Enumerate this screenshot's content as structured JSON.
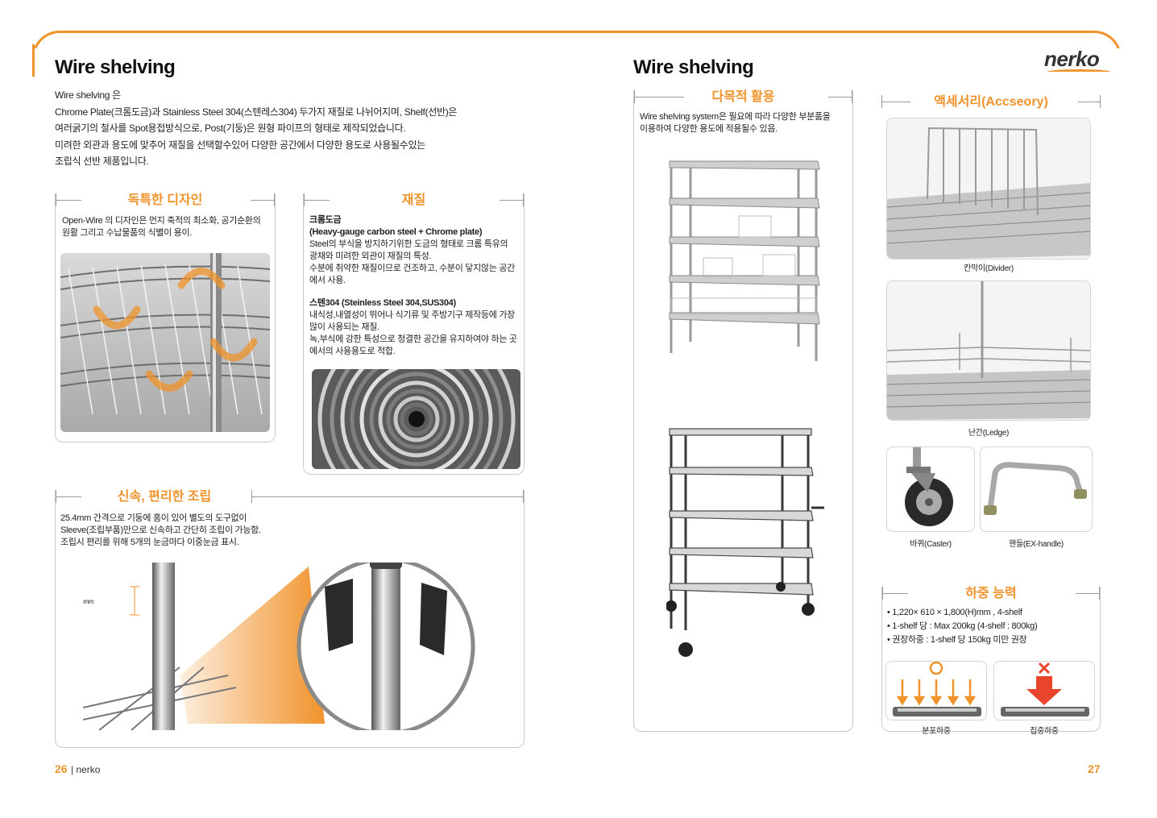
{
  "left": {
    "title": "Wire shelving",
    "intro": [
      "Wire shelving 은",
      "Chrome Plate(크롬도금)과 Stainless Steel 304(스텐레스304) 두가지 재질로 나뉘어지며, Shelf(선반)은",
      "여러굵기의 철사를 Spot용접방식으로, Post(기둥)은 원형 파이프의 형태로 제작되었습니다.",
      "미려한 외관과 용도에 맞추어 재질을 선택할수있어 다양한 공간에서 다양한 용도로 사용될수있는",
      "조립식 선반 제품입니다."
    ],
    "design": {
      "title": "독특한 디자인",
      "text": [
        "Open-Wire 의 디자인은 먼지 축적의 최소화, 공기순환의",
        "원활 그리고 수납물품의 식별이 용이."
      ]
    },
    "material": {
      "title": "재질",
      "chrome_title": "크롬도금",
      "chrome_sub": "(Heavy-gauge carbon steel + Chrome plate)",
      "chrome_text": [
        "Steel의 부식을 방지하기위한 도금의 형태로 크롬 특유의",
        "광채와 미려한 외관이 재질의 특성.",
        "수분에 취약한 재질이므로 건조하고, 수분이 닿지않는 공간",
        "에서 사용."
      ],
      "sus_title": "스텐304 (Steinless Steel 304,SUS304)",
      "sus_text": [
        "내식성,내열성이 뛰어나 식기류 및 주방기구 제작등에 가장",
        "많이 사용되는 재질.",
        "녹,부식에 강한 특성으로 청결한 공간을 유지하여야 하는 곳",
        "에서의 사용용도로 적합."
      ]
    },
    "assembly": {
      "title": "신속, 편리한 조립",
      "text": [
        "25.4mm 간격으로 기둥에 홈이 있어 별도의 도구없이",
        "Sleeve(조립부품)만으로 신속하고 간단히 조립이 가능함.",
        "조립시 편리를 위해 5개의 눈금마다 이중눈금 표시."
      ],
      "measure": "25.4mm"
    },
    "page_num": "26",
    "brand": "nerko"
  },
  "right": {
    "title": "Wire shelving",
    "logo": "nerko",
    "usage": {
      "title": "다목적 활용",
      "text": [
        "Wire shelving system은 필요에 따라 다양한 부분품을",
        "이용하여 다양한 용도에 적용될수 있음."
      ]
    },
    "accessory": {
      "title": "액세서리(Accseory)",
      "divider": "칸막이(Divider)",
      "ledge": "난간(Ledge)",
      "caster": "바퀴(Caster)",
      "handle": "핸들(EX-handle)"
    },
    "load": {
      "title": "하중 능력",
      "items": [
        "• 1,220× 610 × 1,800(H)mm , 4-shelf",
        "• 1-shelf 당 : Max 200kg (4-shelf : 800kg)",
        "• 권장하중 : 1-shelf 당 150kg 미만 권장"
      ],
      "distributed": "분포하중",
      "concentrated": "집중하중"
    },
    "page_num": "27"
  },
  "colors": {
    "accent": "#f0932b",
    "text": "#222222",
    "border": "#c9c9c9"
  }
}
